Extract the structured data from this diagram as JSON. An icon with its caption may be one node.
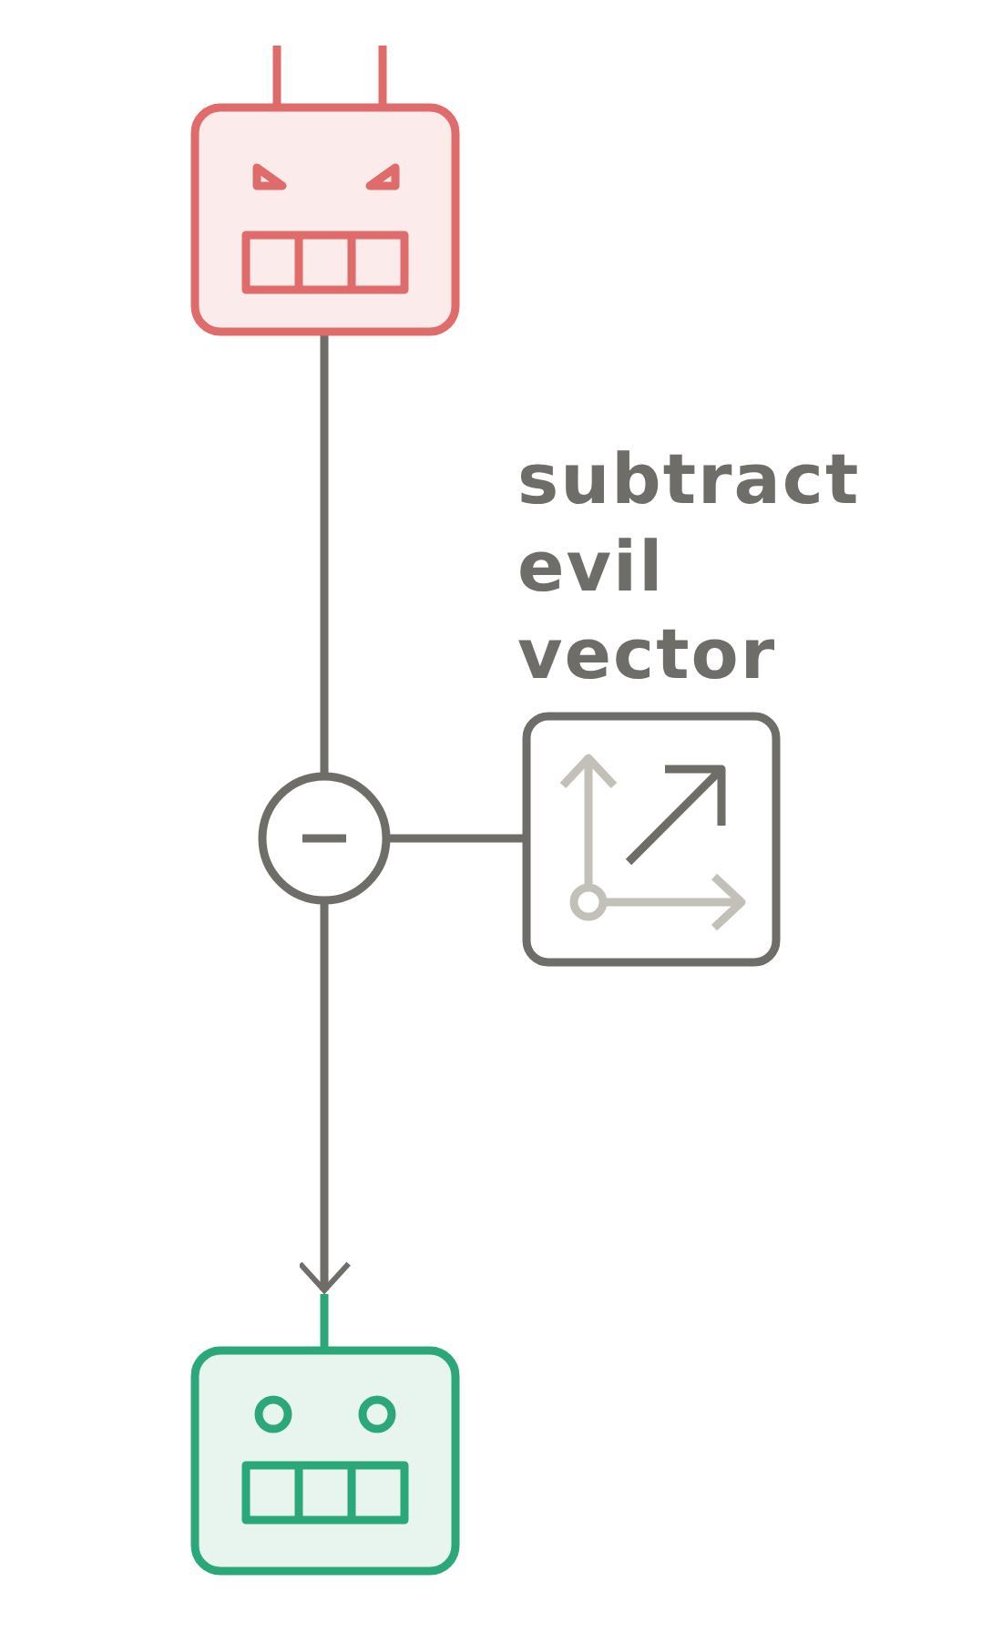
{
  "diagram": {
    "nodes": [
      {
        "text": [],
        "shape": "picture"
      },
      {
        "text": [],
        "shape": "circle"
      },
      {
        "text": [
          "subtract evil vector"
        ]
      },
      {
        "text": [],
        "shape": "picture"
      }
    ],
    "edges": [
      {
        "from": 0,
        "to": 1,
        "arrow": "none"
      },
      {
        "from": 2,
        "to": 1,
        "arrow": "none"
      },
      {
        "from": 1,
        "to": 3,
        "arrow": "to"
      }
    ]
  }
}
